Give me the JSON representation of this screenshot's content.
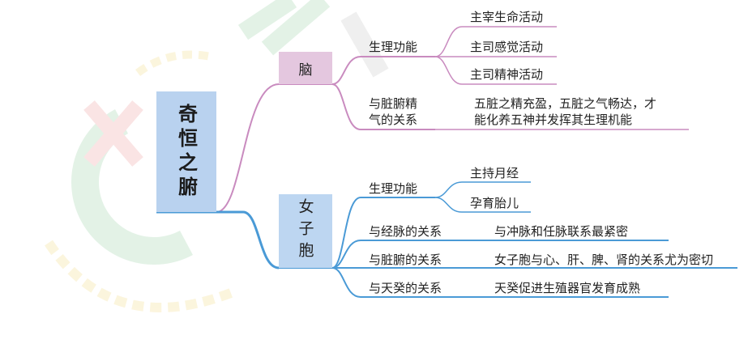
{
  "root": {
    "label": "奇恒之腑"
  },
  "nao": {
    "label": "脑",
    "function_label": "生理功能",
    "functions": [
      "主宰生命活动",
      "主司感觉活动",
      "主司精神活动"
    ],
    "relation_label": "与脏腑精气的关系",
    "relation_label_lines": [
      "与脏腑精",
      "气的关系"
    ],
    "relation_text": "五脏之精充盈，五脏之气畅达，才能化养五神并发挥其生理机能",
    "relation_text_lines": [
      "五脏之精充盈，五脏之气畅达，才",
      "能化养五神并发挥其生理机能"
    ]
  },
  "nvzibao": {
    "label": "女子胞",
    "function_label": "生理功能",
    "functions": [
      "主持月经",
      "孕育胎儿"
    ],
    "relations": [
      {
        "label": "与经脉的关系",
        "text": "与冲脉和任脉联系最紧密"
      },
      {
        "label": "与脏腑的关系",
        "text": "女子胞与心、肝、脾、肾的关系尤为密切"
      },
      {
        "label": "与天癸的关系",
        "text": "天癸促进生殖器官发育成熟"
      }
    ]
  },
  "colors": {
    "pink_line": "#c98bbf",
    "blue_line": "#4a9ad6",
    "root_fill": "#b9d2ef",
    "nao_fill": "#e4c7df",
    "nvzi_fill": "#bdd6f1"
  }
}
